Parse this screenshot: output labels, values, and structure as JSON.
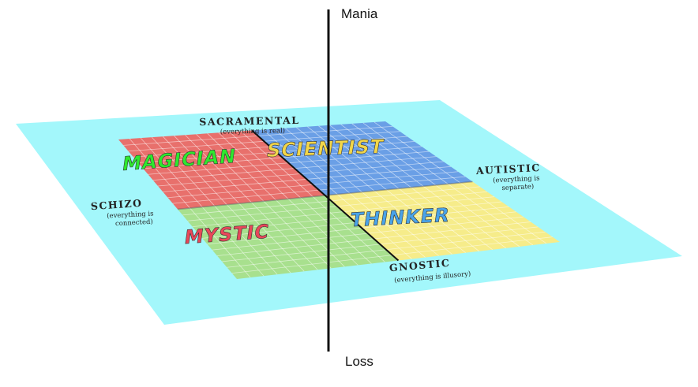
{
  "axis": {
    "top_label": "Mania",
    "bottom_label": "Loss"
  },
  "edges": {
    "top": {
      "title": "SACRAMENTAL",
      "subtitle": "(everything is real)"
    },
    "left": {
      "title": "SCHIZO",
      "subtitle_line1": "(everything is",
      "subtitle_line2": "connected)"
    },
    "right": {
      "title": "AUTISTIC",
      "subtitle_line1": "(everything is",
      "subtitle_line2": "separate)"
    },
    "bottom": {
      "title": "GNOSTIC",
      "subtitle": "(everything is illusory)"
    }
  },
  "quadrants": {
    "top_left": {
      "label": "MAGICIAN",
      "fill": "#e8706c",
      "text_color": "#2ee82e"
    },
    "top_right": {
      "label": "SCIENTIST",
      "fill": "#6a9fe6",
      "text_color": "#f2d64a"
    },
    "bottom_left": {
      "label": "MYSTIC",
      "fill": "#a8e08e",
      "text_color": "#e8485a"
    },
    "bottom_right": {
      "label": "THINKER",
      "fill": "#f6ec8a",
      "text_color": "#4aa3e8"
    }
  },
  "colors": {
    "plane": "#a3f7fb",
    "axis_line": "#111111",
    "grid_line": "#ffffff"
  }
}
